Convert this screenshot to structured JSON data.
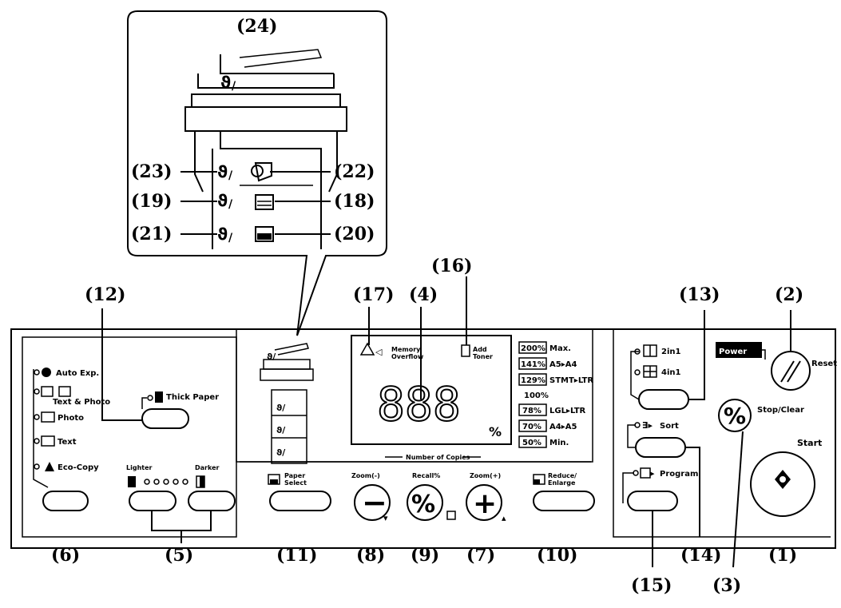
{
  "callouts": {
    "c1": "(1)",
    "c2": "(2)",
    "c3": "(3)",
    "c4": "(4)",
    "c5": "(5)",
    "c6": "(6)",
    "c7": "(7)",
    "c8": "(8)",
    "c9": "(9)",
    "c10": "(10)",
    "c11": "(11)",
    "c12": "(12)",
    "c13": "(13)",
    "c14": "(14)",
    "c15": "(15)",
    "c16": "(16)",
    "c17": "(17)",
    "c18": "(18)",
    "c19": "(19)",
    "c20": "(20)",
    "c21": "(21)",
    "c22": "(22)",
    "c23": "(23)",
    "c24": "(24)"
  },
  "panel": {
    "auto_exp": "Auto Exp.",
    "text_photo": "Text & Photo",
    "photo": "Photo",
    "text": "Text",
    "eco_copy": "Eco-Copy",
    "thick_paper": "Thick Paper",
    "lighter": "Lighter",
    "darker": "Darker",
    "memory_overflow_1": "Memory",
    "memory_overflow_2": "Overflow",
    "add_toner_1": "Add",
    "add_toner_2": "Toner",
    "display_digits": "888",
    "display_pct": "%",
    "number_of_copies": "Number of Copies",
    "paper_select_1": "Paper",
    "paper_select_2": "Select",
    "zoom_minus": "Zoom(-)",
    "recall_pct": "Recall%",
    "zoom_plus": "Zoom(+)",
    "reduce_enlarge_1": "Reduce/",
    "reduce_enlarge_2": "Enlarge",
    "zoom_minus_glyph": "−",
    "recall_glyph": "%",
    "zoom_plus_glyph": "+",
    "ratios": [
      {
        "pct": "200%",
        "desc": "Max."
      },
      {
        "pct": "141%",
        "desc": "A5▸A4"
      },
      {
        "pct": "129%",
        "desc": "STMT▸LTR"
      },
      {
        "pct": "100%",
        "desc": ""
      },
      {
        "pct": "78%",
        "desc": "LGL▸LTR"
      },
      {
        "pct": "70%",
        "desc": "A4▸A5"
      },
      {
        "pct": "50%",
        "desc": "Min."
      }
    ],
    "two_in_one": "2in1",
    "four_in_one": "4in1",
    "sort": "Sort",
    "program": "Program",
    "power": "Power",
    "reset": "Reset",
    "stop_clear": "Stop/Clear",
    "start": "Start"
  }
}
